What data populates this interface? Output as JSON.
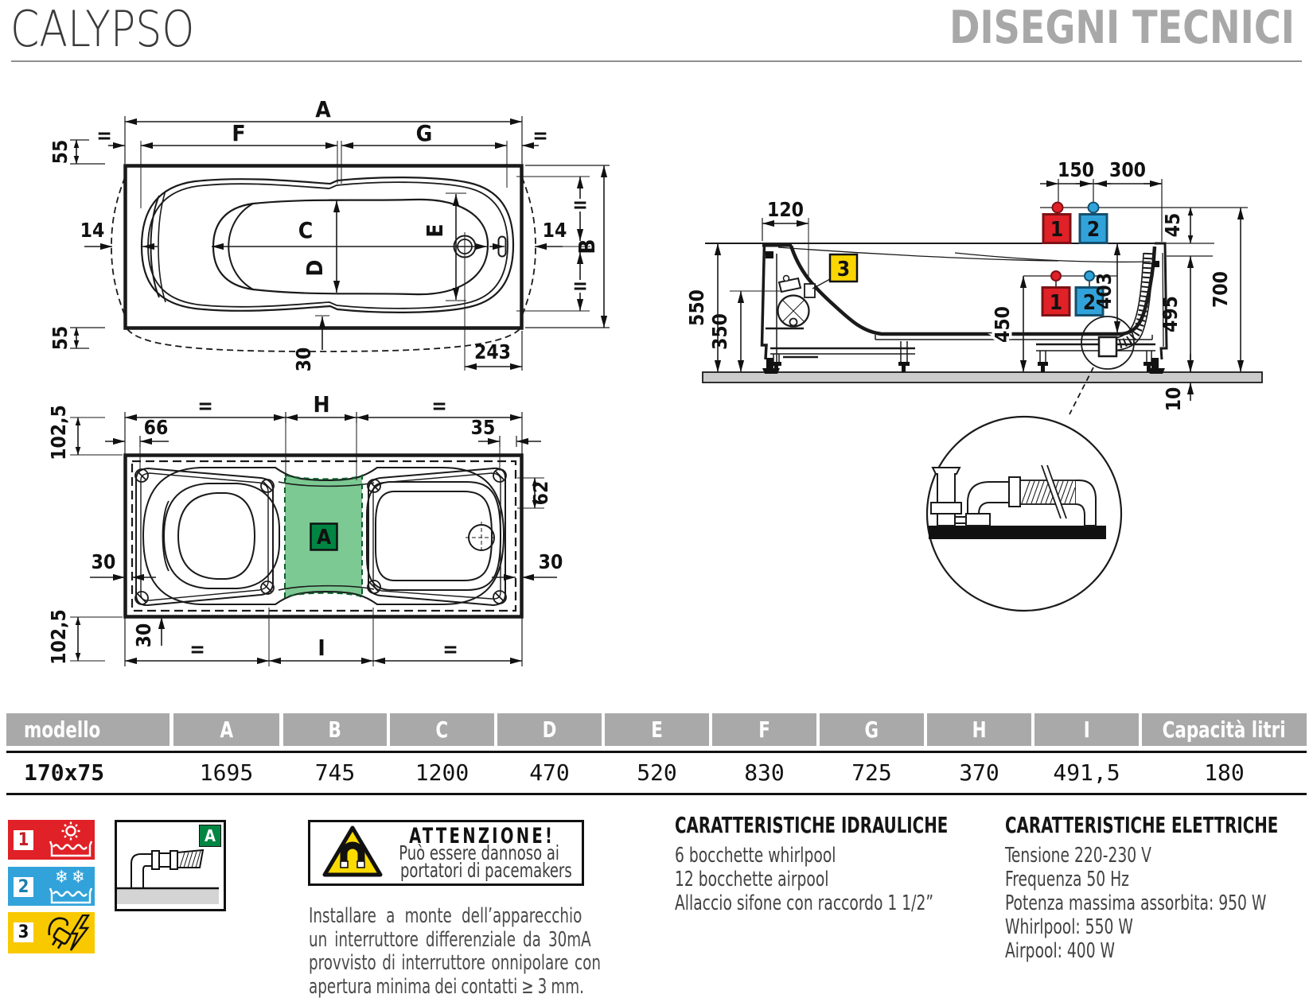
{
  "header": {
    "title": "CALYPSO",
    "subtitle": "DISEGNI TECNICI"
  },
  "plan_top": {
    "dims": {
      "A": "A",
      "F": "F",
      "G": "G",
      "C": "C",
      "D": "D",
      "E": "E",
      "B": "B",
      "eq_left": "=",
      "eq_right": "=",
      "eq_r1": "=",
      "eq_r2": "=",
      "n55_top": "55",
      "n55_bottom": "55",
      "n14_left": "14",
      "n14_right": "14",
      "n30_bottom": "30",
      "n243": "243"
    }
  },
  "plan_bottom": {
    "zone_label": "A",
    "dims": {
      "H": "H",
      "I": "I",
      "eq_tl": "=",
      "eq_tr": "=",
      "eq_bl": "=",
      "eq_br": "=",
      "n66": "66",
      "n35": "35",
      "n62": "62",
      "n30_left": "30",
      "n30_right": "30",
      "n30_bottom": "30",
      "n102_top": "102,5",
      "n102_bottom": "102,5"
    }
  },
  "section": {
    "dims": {
      "n120": "120",
      "n550": "550",
      "n350": "350",
      "n150": "150",
      "n300": "300",
      "n45": "45",
      "n700": "700",
      "n495": "495",
      "n10": "10",
      "n450": "450",
      "n403": "403"
    },
    "tags": {
      "hot": "1",
      "cold": "2",
      "power": "3"
    }
  },
  "table": {
    "headers": [
      "modello",
      "A",
      "B",
      "C",
      "D",
      "E",
      "F",
      "G",
      "H",
      "I",
      "Capacità litri"
    ],
    "row": [
      "170x75",
      "1695",
      "745",
      "1200",
      "470",
      "520",
      "830",
      "725",
      "370",
      "491,5",
      "180"
    ]
  },
  "legend": {
    "item1": {
      "num": "1",
      "icon": "hot-water"
    },
    "item2": {
      "num": "2",
      "icon": "cold-water"
    },
    "item3": {
      "num": "3",
      "icon": "power-supply"
    },
    "detail_badge": "A"
  },
  "warning": {
    "title": "ATTENZIONE!",
    "line1": "Può essere dannoso ai",
    "line2": "portatori di pacemakers"
  },
  "install_note": {
    "line1": "Installare a monte dell’apparecchio",
    "line2": "un interruttore differenziale da 30mA",
    "line3": "provvisto di interruttore onnipolare con",
    "line4": "apertura minima dei contatti ≥ 3 mm."
  },
  "hydraulic": {
    "title": "CARATTERISTICHE IDRAULICHE",
    "item1": "6 bocchette whirlpool",
    "item2": "12 bocchette airpool",
    "item3": "Allaccio sifone con raccordo 1 1/2”"
  },
  "electric": {
    "title": "CARATTERISTICHE ELETTRICHE",
    "item1": "Tensione 220-230 V",
    "item2": "Frequenza 50 Hz",
    "item3": "Potenza massima assorbita: 950 W",
    "item4": "Whirlpool: 550 W",
    "item5": "Airpool: 400 W"
  },
  "colors": {
    "red": "#e02127",
    "red_dark": "#7d1216",
    "blue": "#31a3da",
    "blue_dark": "#15506e",
    "yellow": "#fad500",
    "yellow_card": "#f9c900",
    "green_zone": "#7cc993",
    "green_dark": "#0c5c2c",
    "green_badge": "#008542",
    "floor_gray": "#cbcbcb",
    "header_gray": "#a9a9a9",
    "title_gray": "#a8a8a8"
  }
}
